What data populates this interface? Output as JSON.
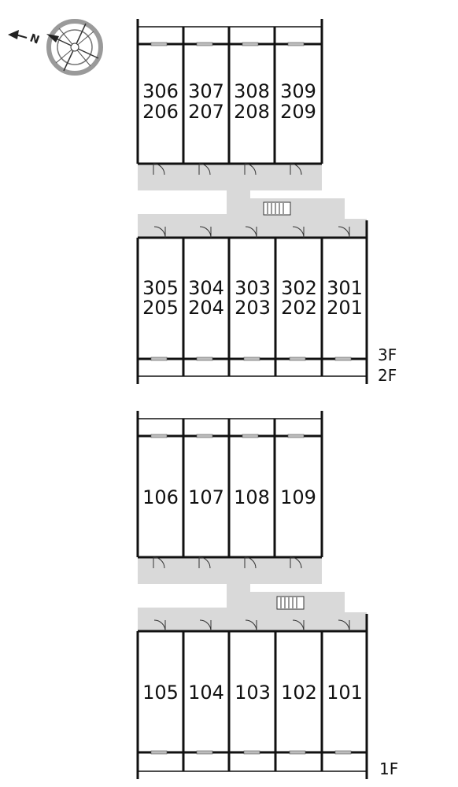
{
  "compass": {
    "north_label": "N"
  },
  "upper_plan": {
    "back_rooms": [
      {
        "top": "306",
        "bottom": "206"
      },
      {
        "top": "307",
        "bottom": "207"
      },
      {
        "top": "308",
        "bottom": "208"
      },
      {
        "top": "309",
        "bottom": "209"
      }
    ],
    "front_rooms": [
      {
        "top": "305",
        "bottom": "205"
      },
      {
        "top": "304",
        "bottom": "204"
      },
      {
        "top": "303",
        "bottom": "203"
      },
      {
        "top": "302",
        "bottom": "202"
      },
      {
        "top": "301",
        "bottom": "201"
      }
    ],
    "floor_labels": [
      "3F",
      "2F"
    ]
  },
  "lower_plan": {
    "back_rooms": [
      "106",
      "107",
      "108",
      "109"
    ],
    "front_rooms": [
      "105",
      "104",
      "103",
      "102",
      "101"
    ],
    "floor_labels": [
      "1F"
    ]
  }
}
